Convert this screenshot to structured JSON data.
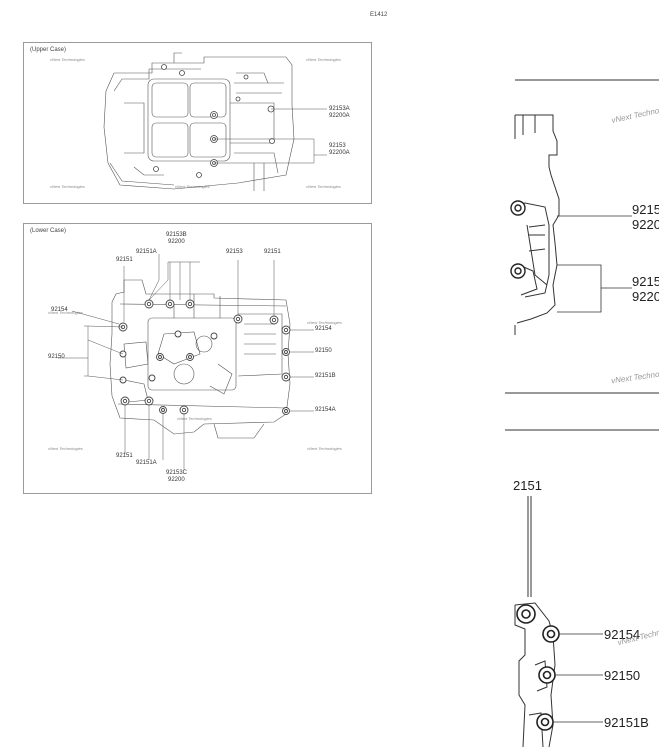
{
  "figure_id": "E1412",
  "watermark": "vNext Technologies",
  "upper_case": {
    "title": "(Upper Case)",
    "labels": {
      "a_line1": "92153A",
      "a_line2": "92200A",
      "b_line1": "92153",
      "b_line2": "92200A"
    }
  },
  "lower_case": {
    "title": "(Lower Case)",
    "labels": {
      "top_b1": "92153B",
      "top_b2": "92200",
      "top_151a": "92151A",
      "top_151": "92151",
      "top_153": "92153",
      "top_151_right": "92151",
      "left_154": "92154",
      "left_150": "92150",
      "right_154": "92154",
      "right_150": "92150",
      "right_151b": "92151B",
      "right_154a": "92154A",
      "bottom_151": "92151",
      "bottom_151a": "92151A",
      "bottom_c1": "92153C",
      "bottom_c2": "92200"
    }
  },
  "zoom_upper": {
    "label_1": "9215",
    "label_2": "9220",
    "label_3": "9215",
    "label_4": "9220",
    "watermark": "vNext Techno"
  },
  "zoom_lower": {
    "label_top": "2151",
    "label_1": "92154",
    "label_2": "92150",
    "label_3": "92151B",
    "watermark": "vNext Techn"
  }
}
